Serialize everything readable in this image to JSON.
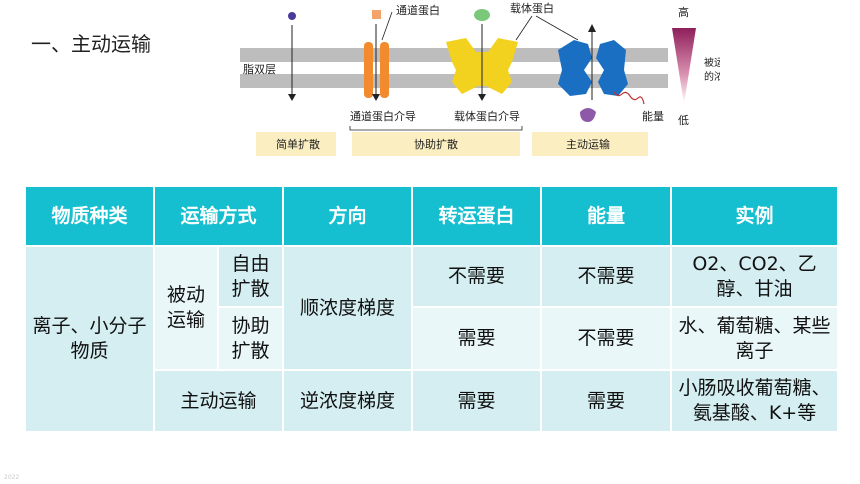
{
  "heading": "一、主动运输",
  "figure": {
    "membrane_label": "脂双层",
    "channel_protein": "通道蛋白",
    "carrier_protein": "载体蛋白",
    "gradient_high": "高",
    "gradient_low": "低",
    "gradient_caption_1": "被运输物质",
    "gradient_caption_2": "的浓度梯度",
    "channel_mediated": "通道蛋白介导",
    "carrier_mediated": "载体蛋白介导",
    "energy": "能量",
    "simple_diffusion": "简单扩散",
    "facilitated_diffusion": "协助扩散",
    "active_transport": "主动运输",
    "colors": {
      "membrane": "#bdbdbd",
      "channel": "#f28a2e",
      "carrier": "#f2d21e",
      "pump": "#1b6fc2",
      "gradient_top": "#8e1f5a",
      "label_box": "#fbeec0"
    }
  },
  "table": {
    "headers": [
      "物质种类",
      "运输方式",
      "方向",
      "转运蛋白",
      "能量",
      "实例"
    ],
    "substance": "离子、小分子物质",
    "passive": "被动运输",
    "free_diffusion": "自由扩散",
    "facilitated_diffusion": "协助扩散",
    "active_transport": "主动运输",
    "along_gradient": "顺浓度梯度",
    "against_gradient": "逆浓度梯度",
    "rows": {
      "free": {
        "protein": "不需要",
        "energy": "不需要",
        "example": "O2、CO2、乙醇、甘油"
      },
      "facilitated": {
        "protein": "需要",
        "energy": "不需要",
        "example": "水、葡萄糖、某些离子"
      },
      "active": {
        "protein": "需要",
        "energy": "需要",
        "example": "小肠吸收葡萄糖、氨基酸、K+等"
      }
    },
    "colors": {
      "header": "#15bfcf",
      "cell": "#d4eef2",
      "cell_alt": "#e9f7f9"
    }
  },
  "corner_mark": "2022"
}
